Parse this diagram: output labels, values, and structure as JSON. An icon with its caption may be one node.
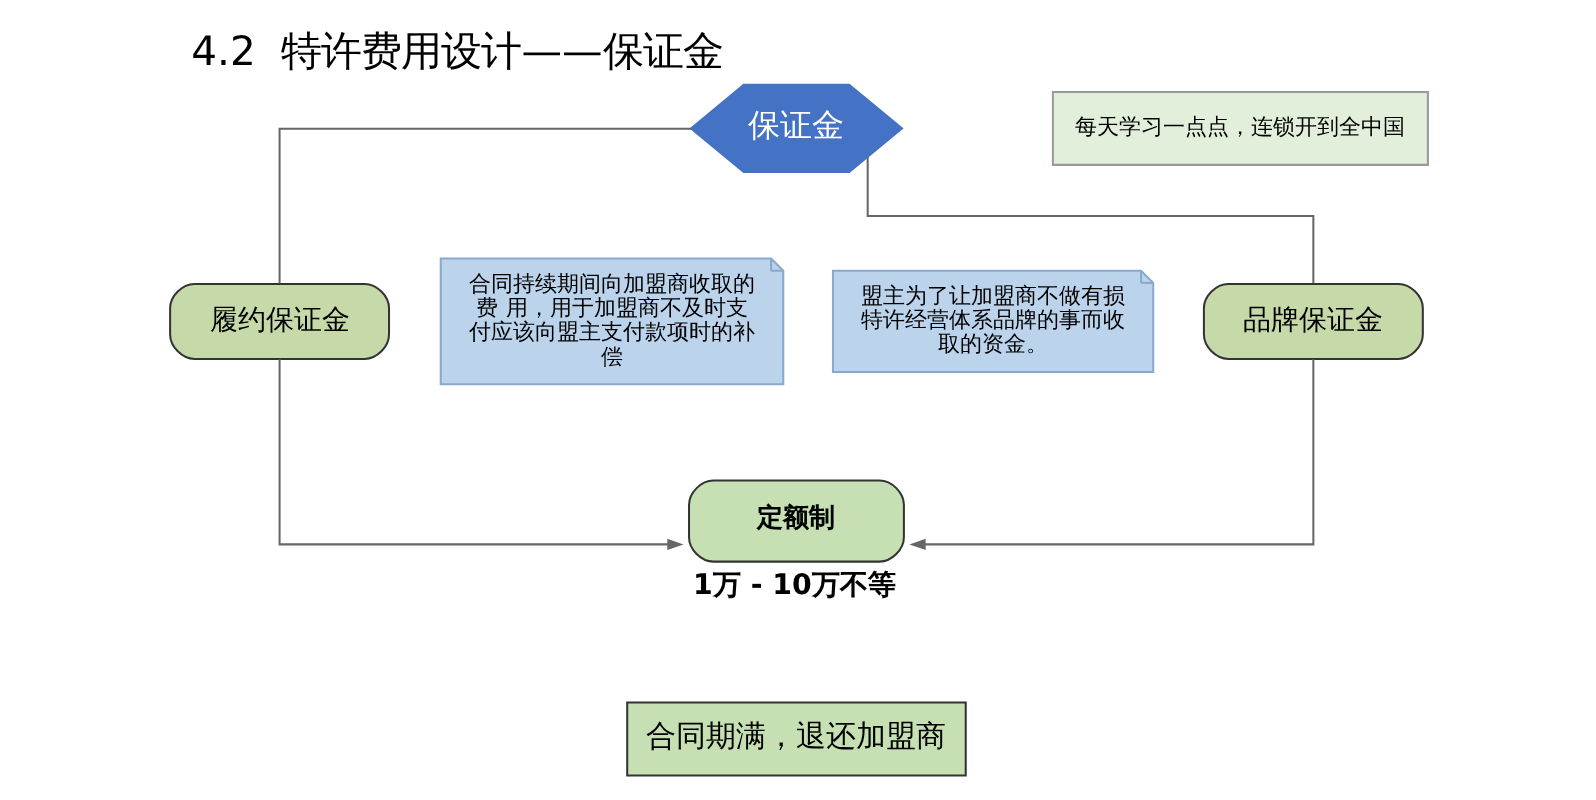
{
  "diagram": {
    "title": "4.2  特许费用设计——保证金",
    "nodes": [
      {
        "text": [
          "保证金"
        ]
      },
      {
        "text": [
          "履约保证金"
        ]
      },
      {
        "text": [
          "合同持续期间向加盟商收取的费 用，用于加盟商不及时支付应该向盟主支付款项时的补偿"
        ]
      },
      {
        "text": [
          "盟主为了让加盟商不做有损特许经营体系品牌的事而收取的资金。"
        ]
      },
      {
        "text": [
          "品牌保证金"
        ]
      },
      {
        "text": [
          "定额制"
        ],
        "beside": [
          "1万 - 10万不等"
        ]
      }
    ],
    "edges": [
      {
        "from": 0,
        "to": 1,
        "arrow": "none"
      },
      {
        "from": 0,
        "to": 4,
        "arrow": "none"
      },
      {
        "from": 1,
        "to": 5,
        "arrow": "to"
      },
      {
        "from": 4,
        "to": 5,
        "arrow": "to"
      }
    ],
    "labels": [
      "每天学习一点点，连锁开到全中国",
      "合同期满，退还加盟商"
    ]
  }
}
